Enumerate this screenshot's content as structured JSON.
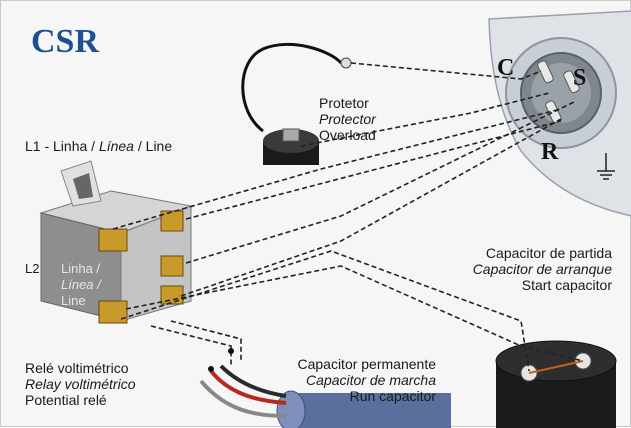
{
  "title": "CSR",
  "terminals": {
    "c": "C",
    "s": "S",
    "r": "R"
  },
  "labels": {
    "l1": {
      "pt": "L1 - Linha / ",
      "es": "Línea",
      "en": " / Line"
    },
    "l2": {
      "code": "L2",
      "pt": "Linha /",
      "es": "Línea /",
      "en": "Line"
    },
    "protector": {
      "pt": "Protetor",
      "es": "Protector",
      "en": "Overload"
    },
    "start_capacitor": {
      "pt": "Capacitor de partida",
      "es": "Capacitor de arranque",
      "en": "Start capacitor"
    },
    "run_capacitor": {
      "pt": "Capacitor permanente",
      "es": "Capacitor de marcha",
      "en": "Run capacitor"
    },
    "relay": {
      "pt": "Relé voltimétrico",
      "es": "Relay voltimétrico",
      "en": "Potential relé"
    }
  },
  "colors": {
    "title": "#1d4f95",
    "wire": "#222222",
    "compressor": "#d9dde3",
    "capacitor": "#1b1b1b"
  },
  "icons": [
    "ground-icon"
  ]
}
